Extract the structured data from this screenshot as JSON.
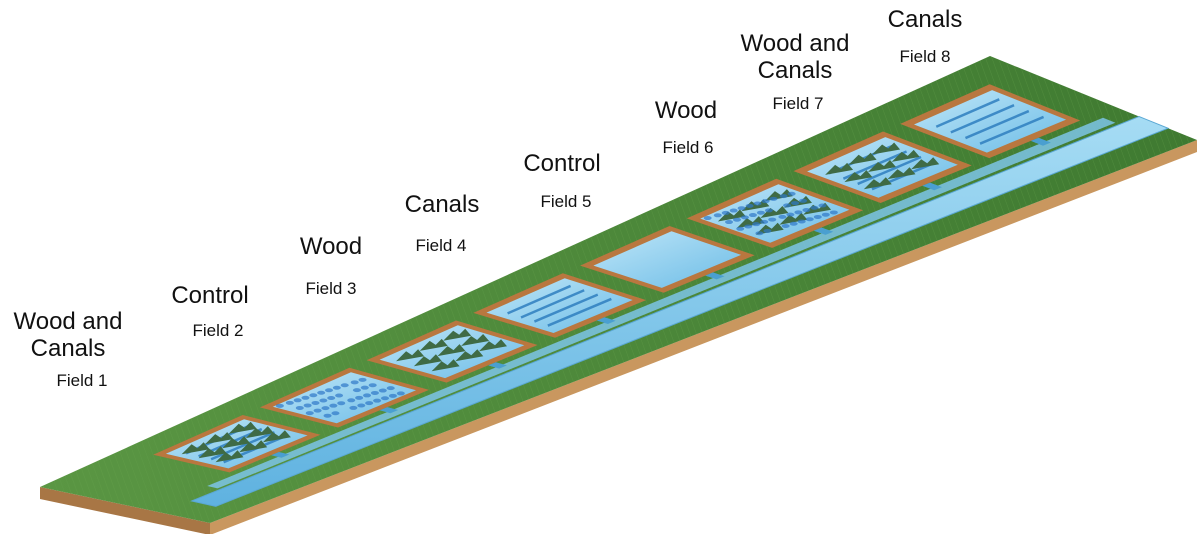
{
  "fields": [
    {
      "id": 1,
      "treatment": "Wood and\nCanals",
      "name": "Field 1",
      "has_wood": true,
      "has_canals": true
    },
    {
      "id": 2,
      "treatment": "Control",
      "name": "Field 2",
      "has_wood": false,
      "has_canals": false
    },
    {
      "id": 3,
      "treatment": "Wood",
      "name": "Field 3",
      "has_wood": true,
      "has_canals": false
    },
    {
      "id": 4,
      "treatment": "Canals",
      "name": "Field 4",
      "has_wood": false,
      "has_canals": true
    },
    {
      "id": 5,
      "treatment": "Control",
      "name": "Field 5",
      "has_wood": false,
      "has_canals": false
    },
    {
      "id": 6,
      "treatment": "Wood",
      "name": "Field 6",
      "has_wood": true,
      "has_canals": false
    },
    {
      "id": 7,
      "treatment": "Wood and\nCanals",
      "name": "Field 7",
      "has_wood": true,
      "has_canals": true
    },
    {
      "id": 8,
      "treatment": "Canals",
      "name": "Field 8",
      "has_wood": false,
      "has_canals": true
    }
  ],
  "colors": {
    "grass": "#4f8a3a",
    "soil": "#c9975f",
    "soil_dark": "#a87645",
    "water": "#7cc4e8",
    "water_dark": "#4a9fd0",
    "field_border": "#b9773f",
    "canal_line": "#2f7fc0",
    "wood": "#3f6b45"
  }
}
